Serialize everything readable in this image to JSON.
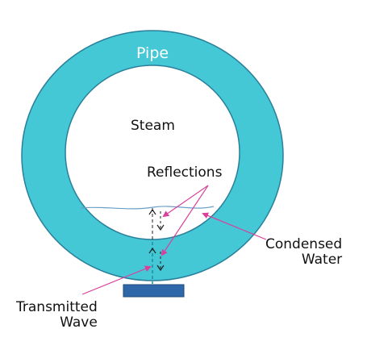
{
  "labels": {
    "pipe": "Pipe",
    "steam": "Steam",
    "reflections": "Reflections",
    "condensed": [
      "Condensed",
      "Water"
    ],
    "transmitted": [
      "Transmitted",
      "Wave"
    ]
  },
  "colors": {
    "pipe_wall": "#45C8D6",
    "pipe_outline": "#2A7F9A",
    "transducer": "#2F68A8",
    "transducer_outline": "#1E4A7A",
    "water_line": "#6A9FC8",
    "pointer": "#D9409A",
    "wave_path": "#222222",
    "wave_path_lower": "#1C8F9A"
  }
}
